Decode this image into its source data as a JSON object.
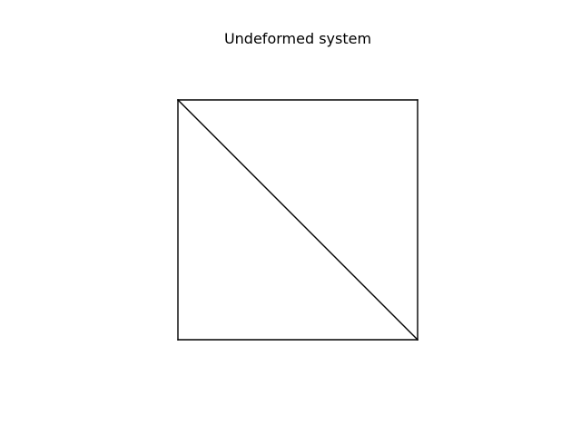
{
  "title": "Undeformed system",
  "structure": {
    "nodes": [
      {
        "id": 1,
        "x": 0,
        "y": 0
      },
      {
        "id": 2,
        "x": 1,
        "y": 0
      },
      {
        "id": 3,
        "x": 1,
        "y": 1
      },
      {
        "id": 4,
        "x": 0,
        "y": 1
      }
    ],
    "elements": [
      {
        "id": "e1",
        "from": 1,
        "to": 2
      },
      {
        "id": "e2",
        "from": 2,
        "to": 3
      },
      {
        "id": "e3",
        "from": 3,
        "to": 4
      },
      {
        "id": "e4",
        "from": 4,
        "to": 1
      },
      {
        "id": "e5",
        "from": 4,
        "to": 2
      }
    ],
    "line_color": "#000000"
  }
}
